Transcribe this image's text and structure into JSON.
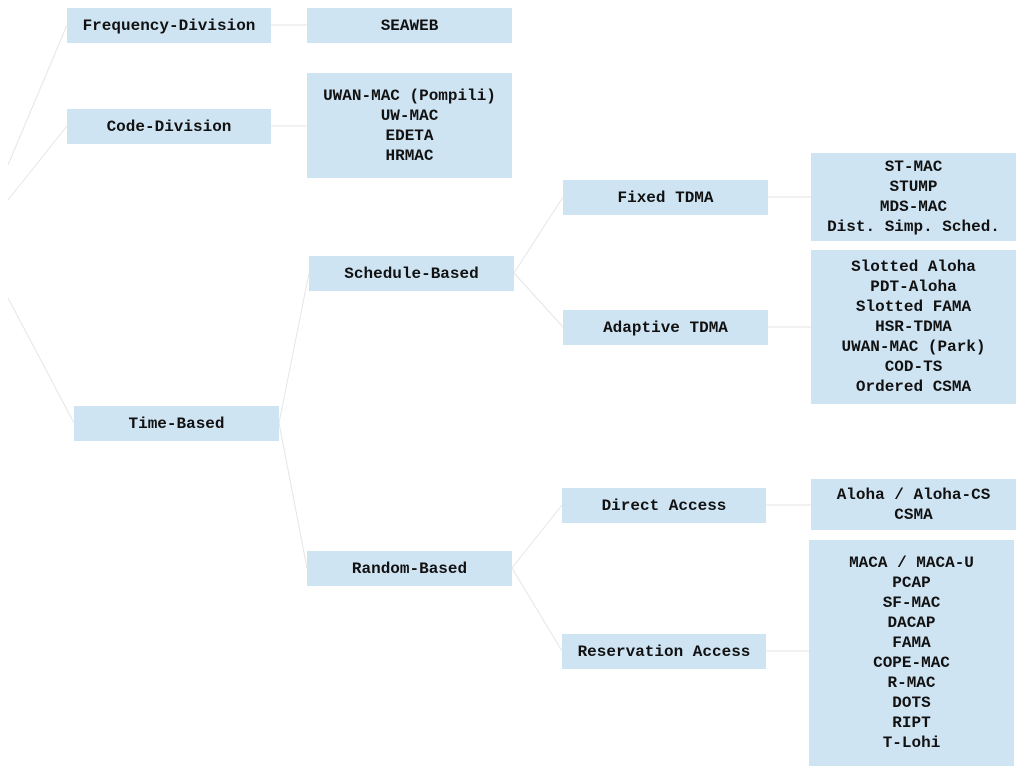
{
  "tree": {
    "categories": {
      "frequency_division": "Frequency-Division",
      "code_division": "Code-Division",
      "time_based": "Time-Based"
    },
    "subcategories": {
      "schedule_based": "Schedule-Based",
      "random_based": "Random-Based"
    },
    "methods": {
      "fixed_tdma": "Fixed TDMA",
      "adaptive_tdma": "Adaptive TDMA",
      "direct_access": "Direct Access",
      "reservation_access": "Reservation Access"
    },
    "protocols": {
      "frequency_division": [
        "SEAWEB"
      ],
      "code_division": [
        "UWAN-MAC (Pompili)",
        "UW-MAC",
        "EDETA",
        "HRMAC"
      ],
      "fixed_tdma": [
        "ST-MAC",
        "STUMP",
        "MDS-MAC",
        "Dist. Simp. Sched."
      ],
      "adaptive_tdma": [
        "Slotted Aloha",
        "PDT-Aloha",
        "Slotted FAMA",
        "HSR-TDMA",
        "UWAN-MAC (Park)",
        "COD-TS",
        "Ordered CSMA"
      ],
      "direct_access": [
        "Aloha / Aloha-CS",
        "CSMA"
      ],
      "reservation_access": [
        "MACA / MACA-U",
        "PCAP",
        "SF-MAC",
        "DACAP",
        "FAMA",
        "COPE-MAC",
        "R-MAC",
        "DOTS",
        "RIPT",
        "T-Lohi"
      ]
    }
  },
  "colors": {
    "node_fill": "#cfe4f3",
    "connector": "#e6e6e6",
    "text": "#111111"
  }
}
